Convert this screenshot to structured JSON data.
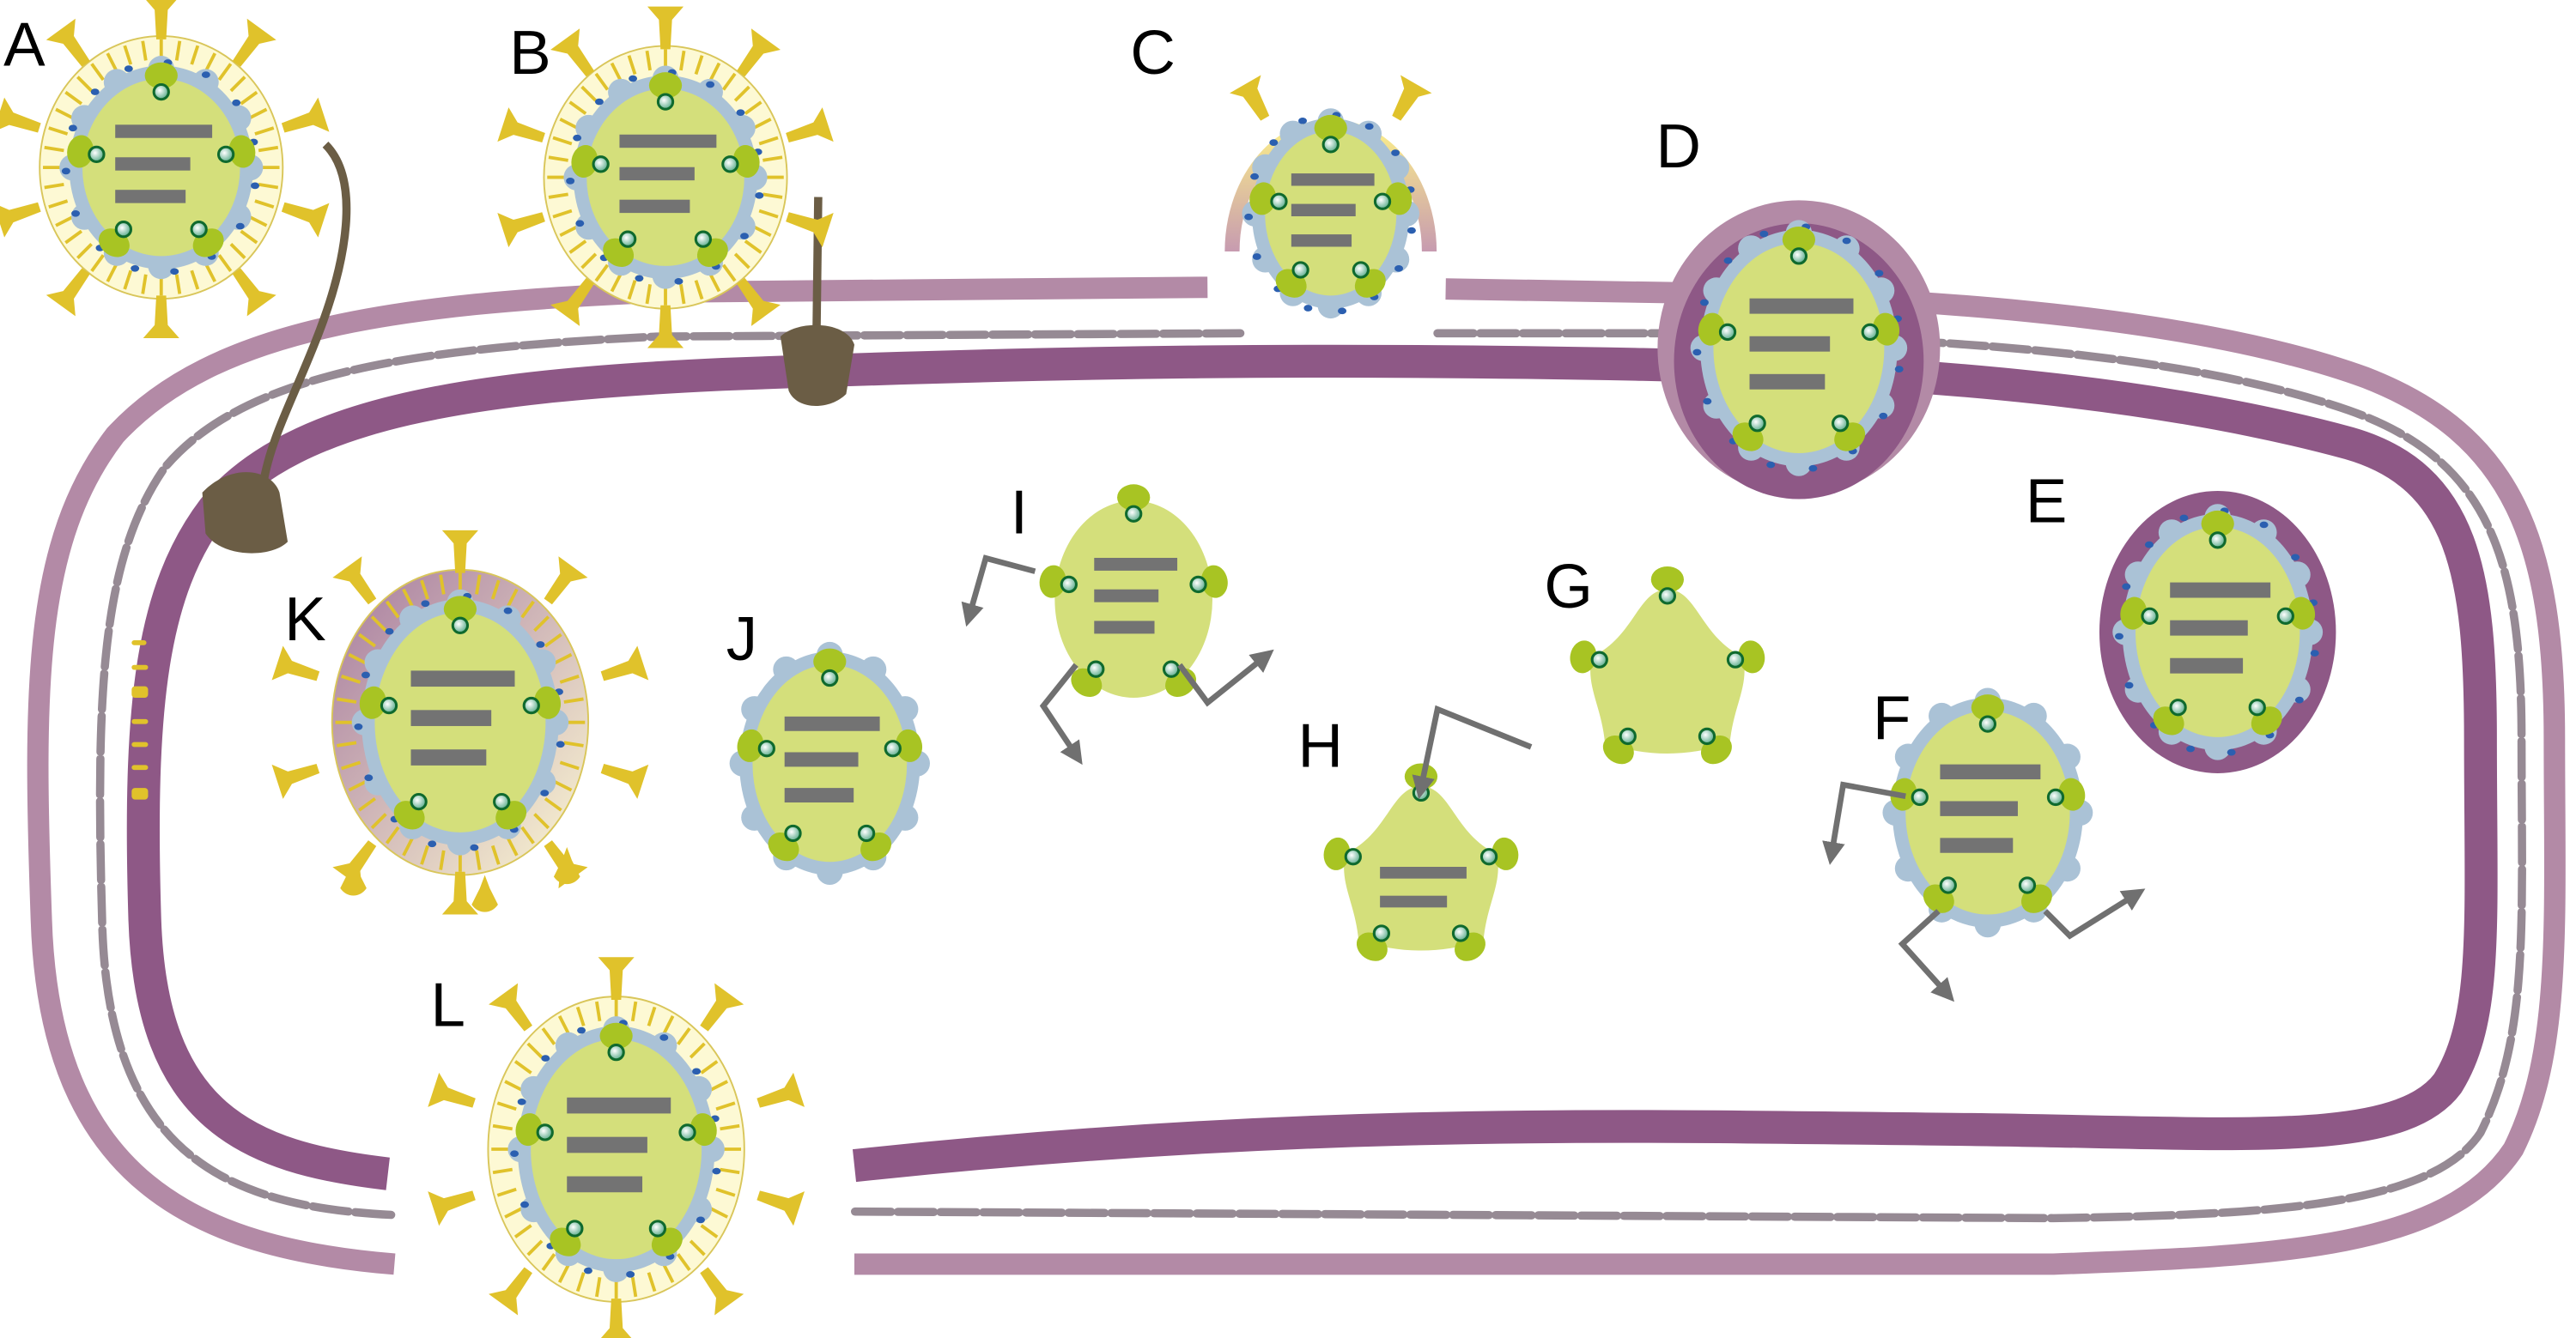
{
  "figure": {
    "type": "diagram",
    "subject": "Virus life-cycle stages interacting with a bacterial-like double membrane cell envelope"
  },
  "colors": {
    "outer_membrane": "#b38aa6",
    "inner_membrane": "#8e5886",
    "peptidoglycan": "#968a94",
    "core": "#d4df7b",
    "capsid": "#aac2d6",
    "protein": "#a8c423",
    "spike": "#e0c22b",
    "envelope": "#fdf9d4",
    "envelope_dot": "#2b5fb0",
    "genome_bar": "#737373",
    "tail_fiber": "#6b5d45",
    "nucleoid_ring": "#0f6a2e",
    "arrow": "#707070"
  },
  "labels": {
    "A": "A",
    "B": "B",
    "C": "C",
    "D": "D",
    "E": "E",
    "F": "F",
    "G": "G",
    "H": "H",
    "I": "I",
    "J": "J",
    "K": "K",
    "L": "L"
  },
  "stages": [
    {
      "id": "A",
      "description": "Free enveloped virion attached by fiber to cell"
    },
    {
      "id": "B",
      "description": "Enveloped virion attached by fiber at outer membrane"
    },
    {
      "id": "C",
      "description": "Envelope fusing with outer membrane"
    },
    {
      "id": "D",
      "description": "Capsid traversing membranes"
    },
    {
      "id": "E",
      "description": "Capsid enclosed in inner-membrane vesicle"
    },
    {
      "id": "F",
      "description": "Capsid releasing genome segments"
    },
    {
      "id": "G",
      "description": "Empty core"
    },
    {
      "id": "H",
      "description": "Core with genome uptake"
    },
    {
      "id": "I",
      "description": "Core transcribing"
    },
    {
      "id": "J",
      "description": "Assembled capsid"
    },
    {
      "id": "K",
      "description": "Envelope acquisition with spikes"
    },
    {
      "id": "L",
      "description": "Mature virion exiting cell"
    }
  ]
}
